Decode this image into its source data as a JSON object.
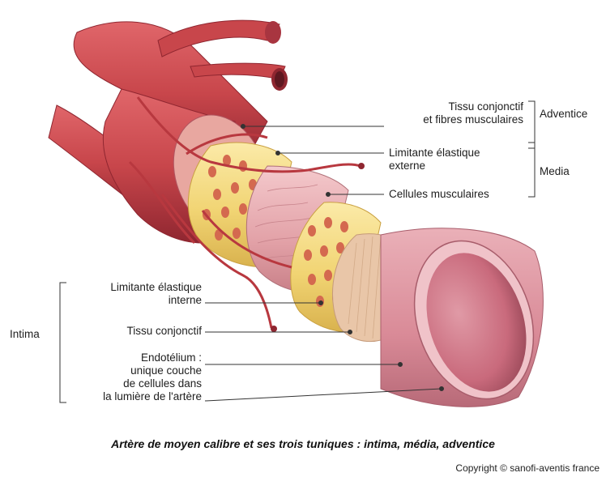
{
  "labels": {
    "tissu_conj_fibres": "Tissu conjonctif\net fibres musculaires",
    "adventice": "Adventice",
    "limitante_externe": "Limitante élastique\nexterne",
    "media": "Media",
    "cellules_musculaires": "Cellules musculaires",
    "limitante_interne": "Limitante élastique\ninterne",
    "intima": "Intima",
    "tissu_conjonctif": "Tissu conjonctif",
    "endotelium": "Endotélium :\nunique couche\nde cellules dans\nla lumière de l'artère"
  },
  "caption": "Artère de moyen calibre et ses trois tuniques : intima, média, adventice",
  "copyright": "Copyright © sanofi-aventis france",
  "colors": {
    "adventice": "#c8464b",
    "elastic": "#f3d77a",
    "elastic_holes": "#d4694f",
    "muscle": "#e7aeb3",
    "intima": "#d98a97",
    "lumen": "#c96a7c",
    "leader": "#333333"
  }
}
